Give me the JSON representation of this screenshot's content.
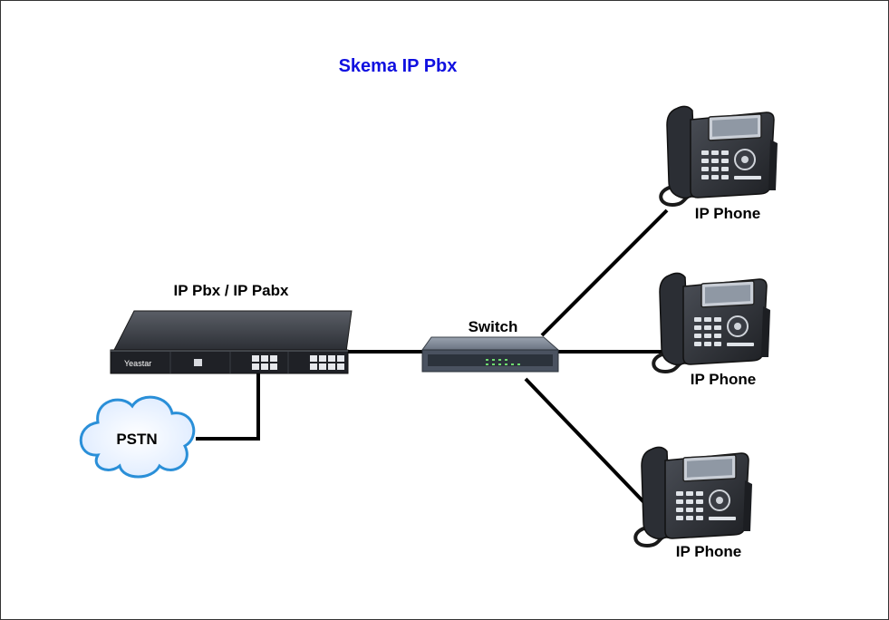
{
  "title": "Skema IP Pbx",
  "title_color": "#1010e0",
  "nodes": {
    "pbx": {
      "label": "IP Pbx / IP Pabx",
      "brand": "Yeastar",
      "icon": "pbx-rack-icon"
    },
    "switch": {
      "label": "Switch",
      "icon": "network-switch-icon"
    },
    "pstn": {
      "label": "PSTN",
      "icon": "cloud-icon",
      "fill_color": "#e4f0ff",
      "stroke_color": "#2a8fd8"
    },
    "phones": [
      {
        "label": "IP Phone",
        "icon": "ip-phone-icon"
      },
      {
        "label": "IP Phone",
        "icon": "ip-phone-icon"
      },
      {
        "label": "IP Phone",
        "icon": "ip-phone-icon"
      }
    ]
  },
  "edges": [
    {
      "from": "pbx",
      "to": "switch"
    },
    {
      "from": "pbx",
      "to": "pstn"
    },
    {
      "from": "switch",
      "to": "phone-1"
    },
    {
      "from": "switch",
      "to": "phone-2"
    },
    {
      "from": "switch",
      "to": "phone-3"
    }
  ]
}
